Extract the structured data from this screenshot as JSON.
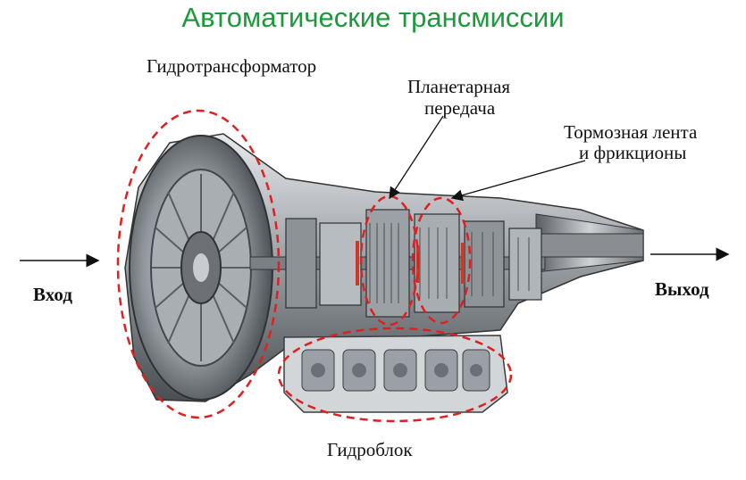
{
  "title": "Автоматические трансмиссии",
  "labels": {
    "torque_converter": "Гидротрансформатор",
    "planetary_line1": "Планетарная",
    "planetary_line2": "передача",
    "brake_line1": "Тормозная лента",
    "brake_line2": "и фрикционы",
    "input": "Вход",
    "output": "Выход",
    "valve_body": "Гидроблок"
  },
  "colors": {
    "title": "#1a9a3a",
    "callout_ellipse": "#e02020"
  }
}
